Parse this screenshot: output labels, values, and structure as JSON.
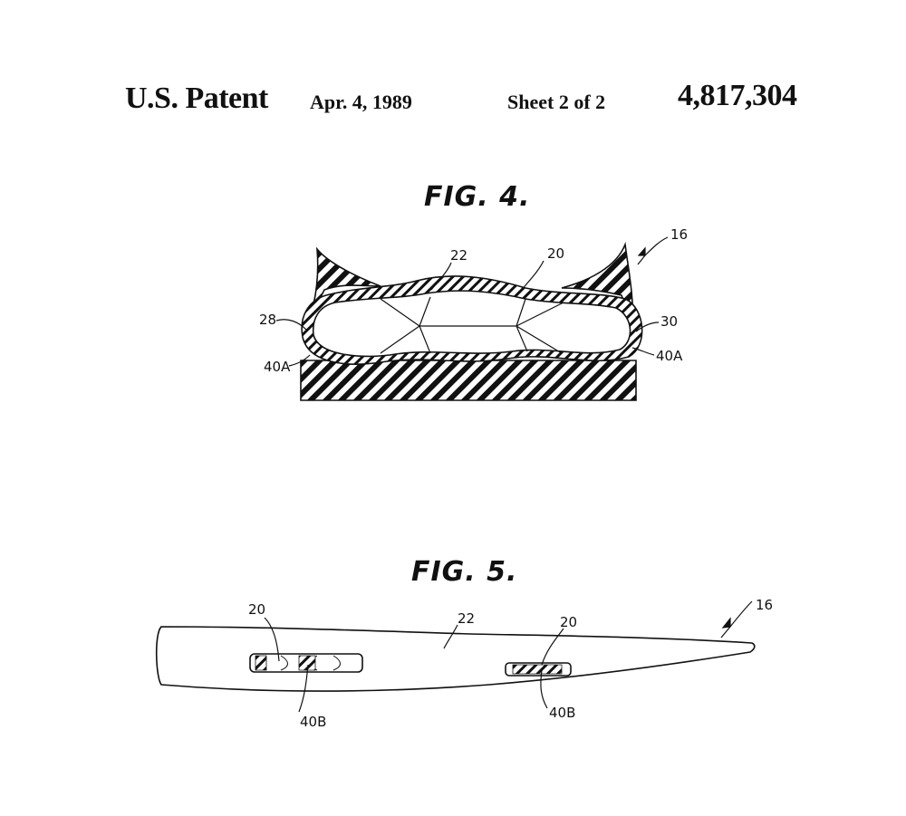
{
  "header": {
    "patent_label": "U.S. Patent",
    "date": "Apr. 4, 1989",
    "sheet": "Sheet 2 of 2",
    "patent_number": "4,817,304"
  },
  "fig4": {
    "title": "FIG. 4.",
    "refs": {
      "r16": "16",
      "r22": "22",
      "r20": "20",
      "r28": "28",
      "r30": "30",
      "r40a_left": "40A",
      "r40a_right": "40A"
    }
  },
  "fig5": {
    "title": "FIG. 5.",
    "refs": {
      "r16": "16",
      "r22": "22",
      "r20_left": "20",
      "r20_right": "20",
      "r40b_left": "40B",
      "r40b_right": "40B"
    }
  }
}
